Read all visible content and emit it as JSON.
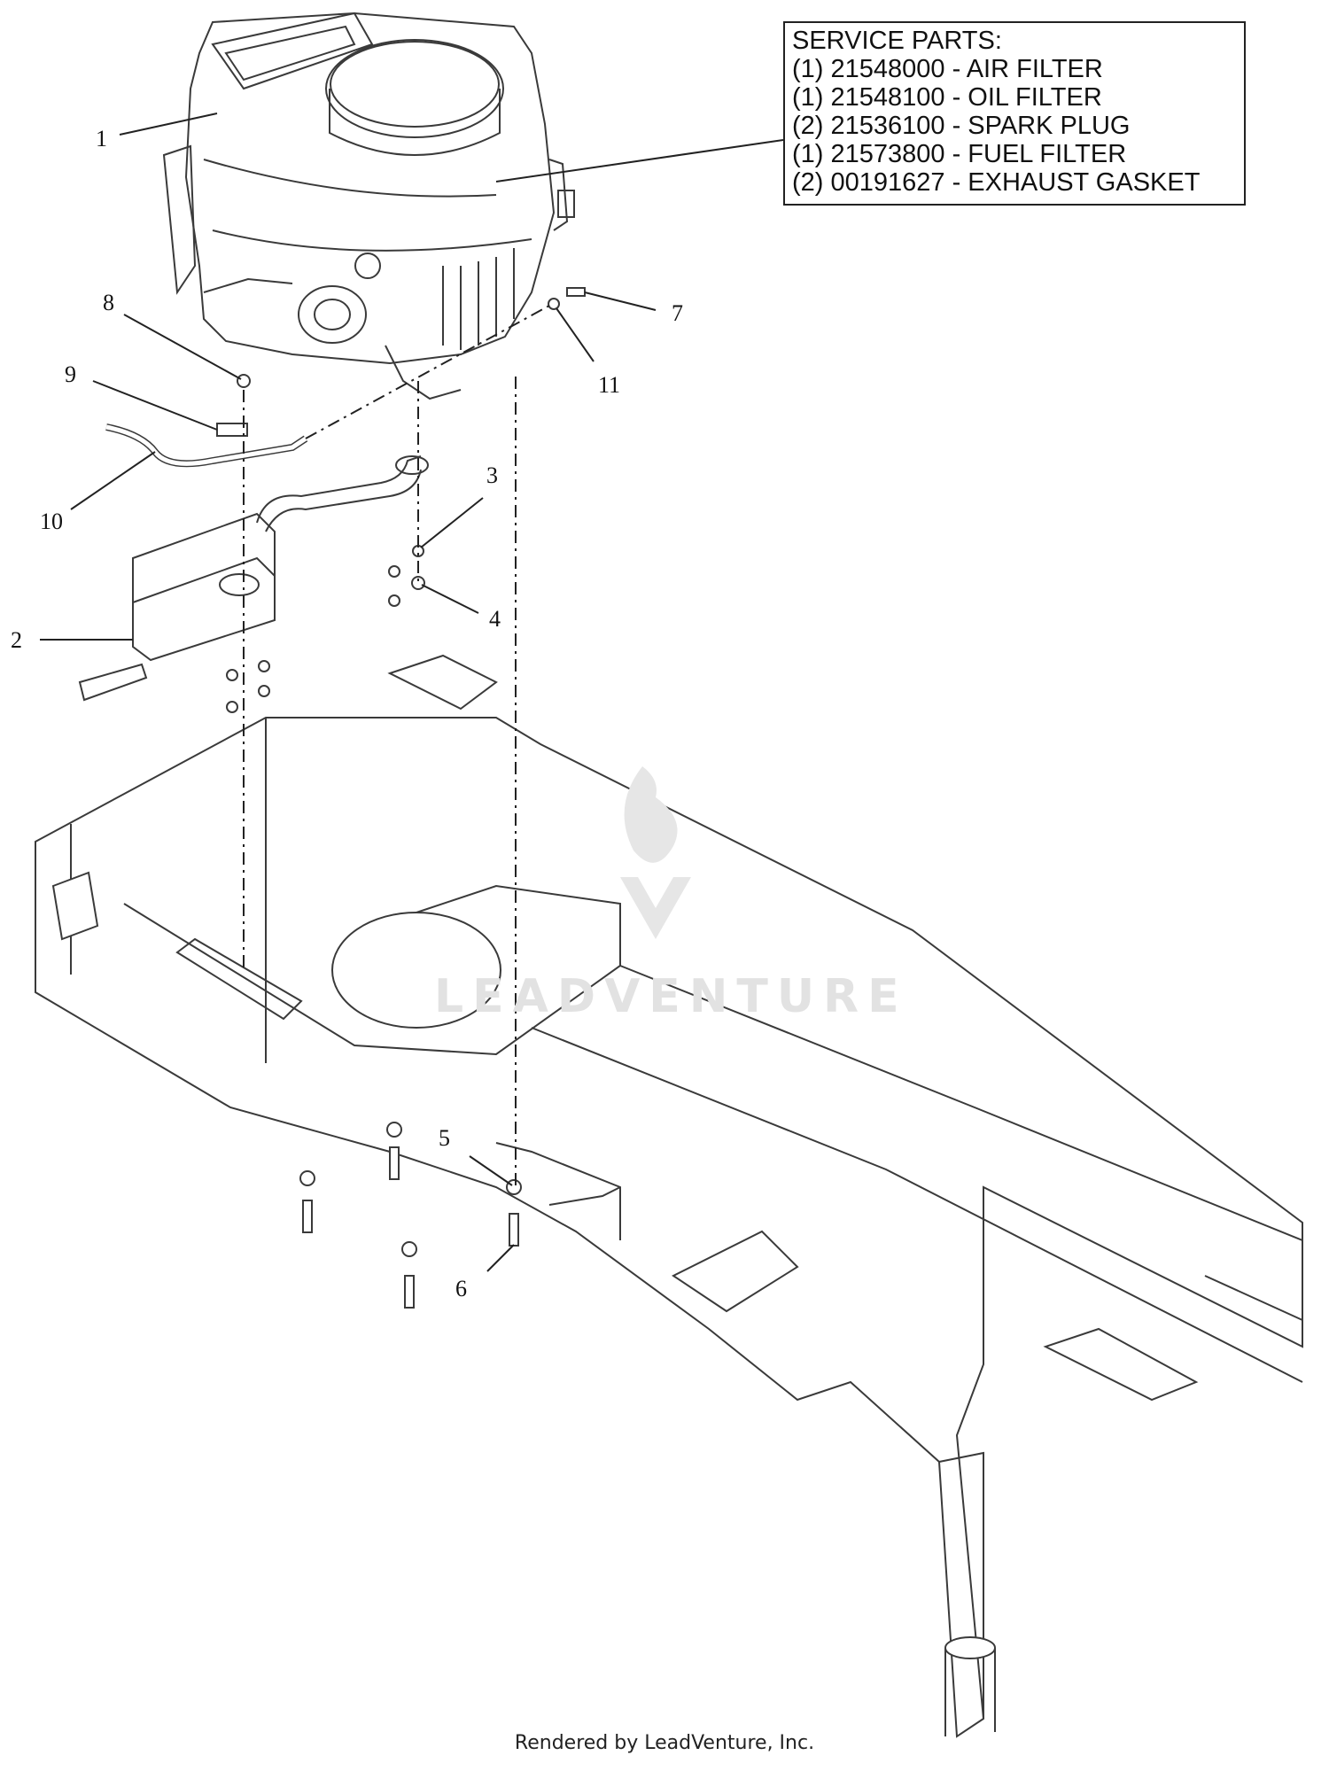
{
  "service_parts": {
    "title": "SERVICE PARTS:",
    "items": [
      "(1) 21548000 - AIR FILTER",
      "(1) 21548100 - OIL FILTER",
      "(2) 21536100 - SPARK PLUG",
      "(1) 21573800 - FUEL FILTER",
      "(2) 00191627 - EXHAUST GASKET"
    ]
  },
  "callouts": [
    "1",
    "2",
    "3",
    "4",
    "5",
    "6",
    "7",
    "8",
    "9",
    "10",
    "11"
  ],
  "watermark": "LEADVENTURE",
  "footer": "Rendered by LeadVenture, Inc."
}
